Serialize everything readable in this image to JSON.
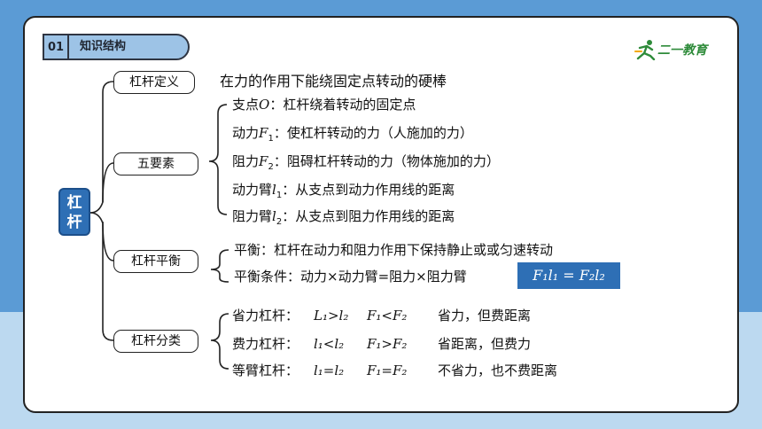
{
  "section": {
    "number": "01",
    "title": "知识结构"
  },
  "logo": {
    "text": "二一教育"
  },
  "root": {
    "label_line1": "杠",
    "label_line2": "杆"
  },
  "definition": {
    "label": "杠杆定义",
    "text": "在力的作用下能绕固定点转动的硬棒"
  },
  "five_elements": {
    "label": "五要素",
    "items": [
      {
        "lead": "支点",
        "sym": "O",
        "sub": "",
        "rest": "：杠杆绕着转动的固定点"
      },
      {
        "lead": "动力",
        "sym": "F",
        "sub": "1",
        "rest": "：使杠杆转动的力（人施加的力）"
      },
      {
        "lead": "阻力",
        "sym": "F",
        "sub": "2",
        "rest": "：阻碍杠杆转动的力（物体施加的力）"
      },
      {
        "lead": "动力臂",
        "sym": "l",
        "sub": "1",
        "rest": "：从支点到动力作用线的距离"
      },
      {
        "lead": "阻力臂",
        "sym": "l",
        "sub": "2",
        "rest": "：从支点到阻力作用线的距离"
      }
    ]
  },
  "balance": {
    "label": "杠杆平衡",
    "items": [
      "平衡：杠杆在动力和阻力作用下保持静止或或匀速转动",
      "平衡条件：动力×动力臂=阻力×阻力臂"
    ],
    "formula": "F₁l₁ = F₂l₂"
  },
  "classification": {
    "label": "杠杆分类",
    "items": [
      {
        "name": "省力杠杆：",
        "c1": "L₁>l₂",
        "c2": "F₁<F₂",
        "note": "省力，但费距离"
      },
      {
        "name": "费力杠杆：",
        "c1": "l₁<l₂",
        "c2": "F₁>F₂",
        "note": "省距离，但费力"
      },
      {
        "name": "等臂杠杆：",
        "c1": "l₁=l₂",
        "c2": "F₁=F₂",
        "note": "不省力，也不费距离"
      }
    ]
  }
}
